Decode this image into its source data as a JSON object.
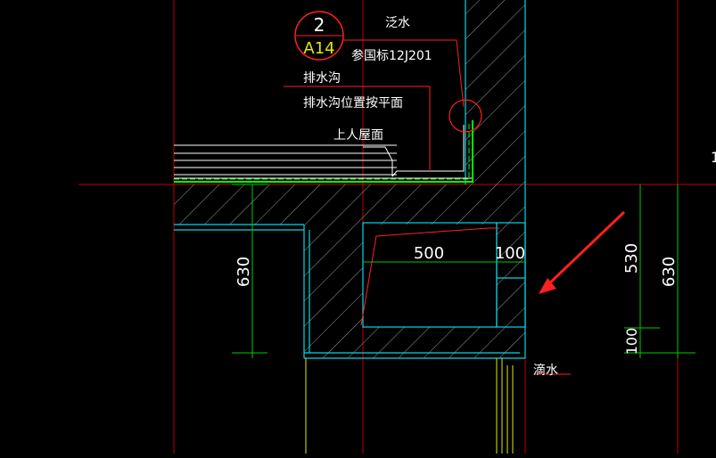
{
  "drawing": {
    "background": "#000000",
    "colors": {
      "axis": "#ff0000",
      "outline": "#ffffff",
      "concrete": "#00ffff",
      "dimension": "#00ff00",
      "annotation": "#ffffff",
      "leader": "#ff2020",
      "green_layer": "#00ff00",
      "window_frame": "#ffff00"
    },
    "detail_ref": {
      "number": "2",
      "sheet": "A14"
    },
    "labels": {
      "flashing": "泛水",
      "reference": "参国标12J201",
      "gutter": "排水沟",
      "gutter_position": "排水沟位置按平面",
      "roof": "上人屋面",
      "drip": "滴水",
      "edge_mark": "1"
    },
    "dimensions": {
      "beam_depth_left": "630",
      "beam_depth_right": "630",
      "height_530": "530",
      "height_100": "100",
      "width_500": "500",
      "width_100": "100"
    }
  }
}
